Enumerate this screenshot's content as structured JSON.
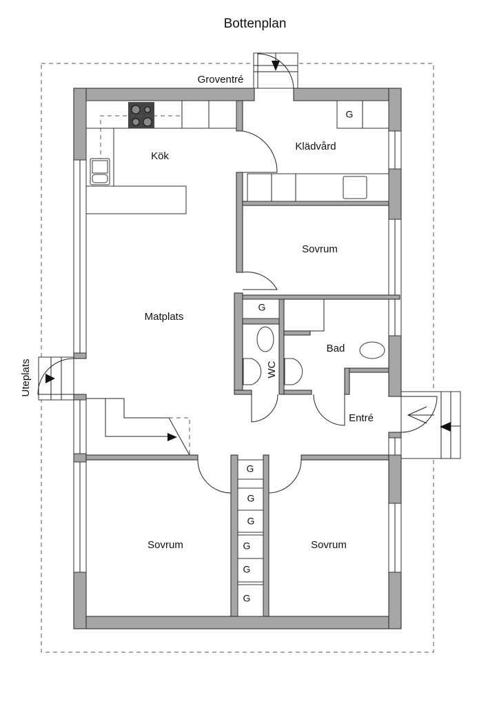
{
  "title": "Bottenplan",
  "rooms": {
    "groventre": "Groventré",
    "kok": "Kök",
    "kladvard": "Klädvård",
    "sovrum_upper": "Sovrum",
    "matplats": "Matplats",
    "bad": "Bad",
    "wc": "WC",
    "entre": "Entré",
    "uteplats": "Uteplats",
    "sovrum_left": "Sovrum",
    "sovrum_right": "Sovrum"
  },
  "closet_label": "G",
  "colors": {
    "wall": "#a6a6a6",
    "line": "#222222"
  }
}
